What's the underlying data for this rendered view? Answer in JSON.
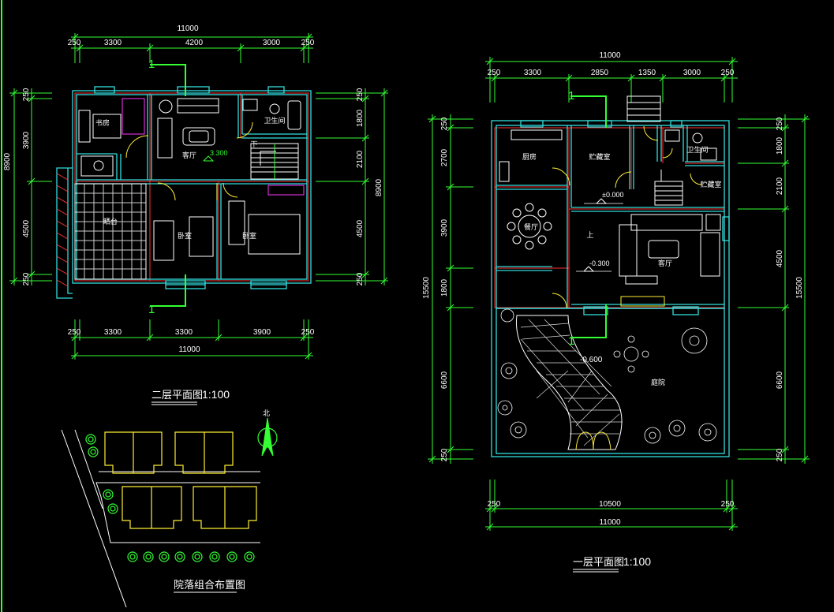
{
  "plan2": {
    "dims_top": [
      "11000",
      "250",
      "3300",
      "4200",
      "3000",
      "250"
    ],
    "dims_bottom": [
      "250",
      "3300",
      "3300",
      "3900",
      "250",
      "11000"
    ],
    "dims_left": [
      "8900",
      "250",
      "3900",
      "4500",
      "250"
    ],
    "dims_right": [
      "250",
      "1800",
      "2100",
      "8900",
      "4500",
      "250"
    ],
    "rooms": {
      "study": "书房",
      "living": "客厅",
      "bath": "卫生间",
      "balcony": "晒台",
      "bed1": "卧室",
      "bed2": "卧室",
      "down": "下"
    },
    "level": "3.300",
    "section": "1",
    "title": "二层平面图",
    "scale": "1:100"
  },
  "plan1": {
    "dims_top": [
      "11000",
      "250",
      "3300",
      "2850",
      "1350",
      "3000",
      "250"
    ],
    "dims_bottom": [
      "250",
      "10500",
      "250",
      "11000"
    ],
    "dims_left": [
      "15500",
      "250",
      "2700",
      "3900",
      "1800",
      "6600",
      "250"
    ],
    "dims_right": [
      "250",
      "1800",
      "2100",
      "4500",
      "15500",
      "6600",
      "250"
    ],
    "rooms": {
      "kitchen": "厨房",
      "storage1": "贮藏室",
      "bath": "卫生间",
      "storage2": "贮藏室",
      "dining": "餐厅",
      "living": "客厅",
      "courtyard": "庭院",
      "up": "上"
    },
    "levels": [
      "±0.000",
      "-0.300",
      "-0.600"
    ],
    "section": "1",
    "title": "一层平面图",
    "scale": "1:100"
  },
  "siteplan": {
    "title": "院落组合布置图",
    "north": "北"
  },
  "colors": {
    "background": "#000000",
    "dimension": "#33ff33",
    "wall": "#33dddd",
    "axis": "#ff3333",
    "site": "#ffee33",
    "text": "#ffffff"
  }
}
